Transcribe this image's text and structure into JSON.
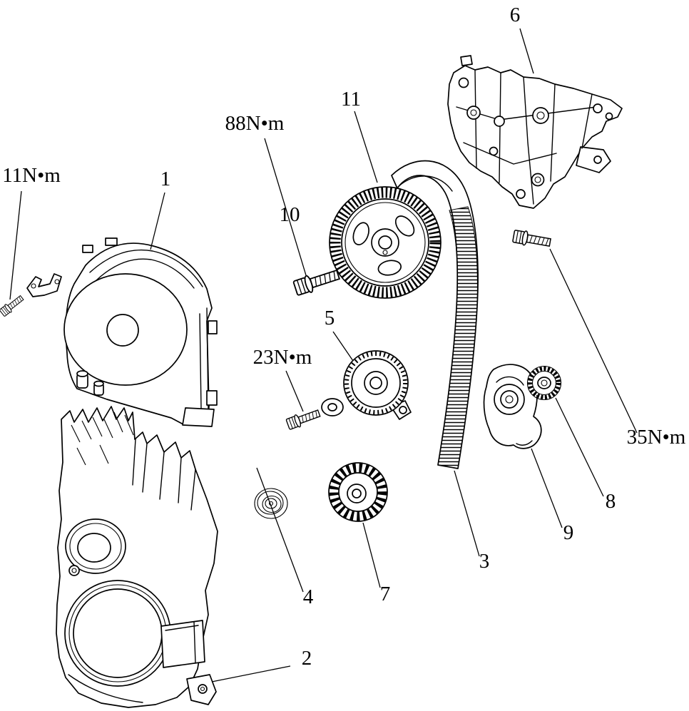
{
  "labels": {
    "part1": "1",
    "part2": "2",
    "part3": "3",
    "part4": "4",
    "part5": "5",
    "part6": "6",
    "part7": "7",
    "part8": "8",
    "part9": "9",
    "part10": "10",
    "part11": "11"
  },
  "torques": {
    "t11": "11N•m",
    "t23": "23N•m",
    "t35": "35N•m",
    "t88": "88N•m"
  },
  "colors": {
    "line": "#000000",
    "background": "#ffffff"
  }
}
